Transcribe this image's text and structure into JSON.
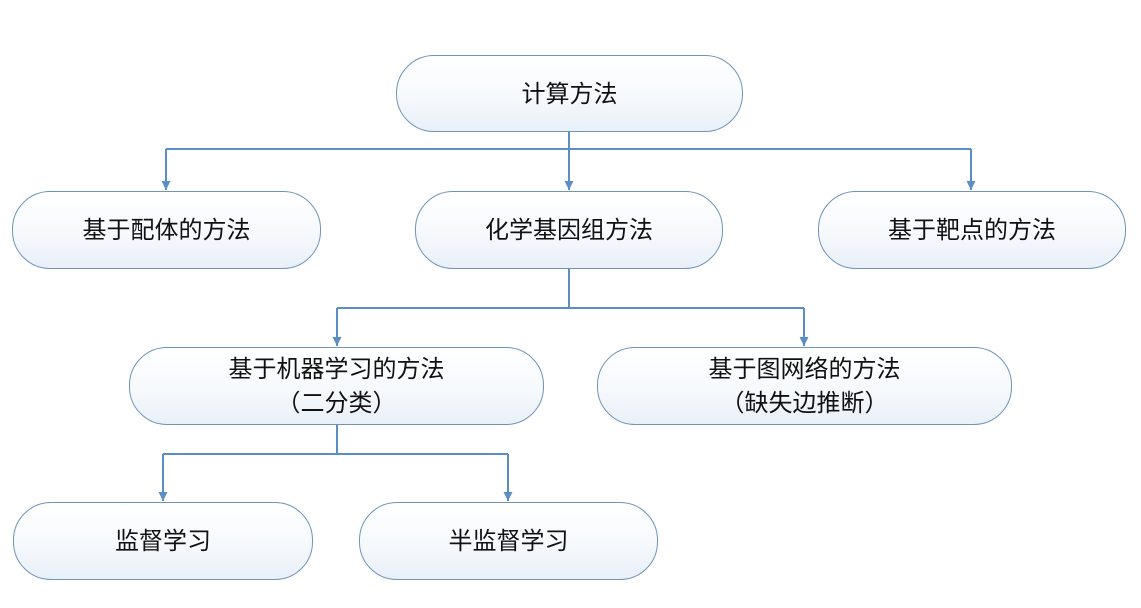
{
  "diagram": {
    "root": {
      "label": "计算方法"
    },
    "level1": {
      "ligand": "基于配体的方法",
      "chemogenomics": "化学基因组方法",
      "target": "基于靶点的方法"
    },
    "level2": {
      "ml": {
        "line1": "基于机器学习的方法",
        "line2": "（二分类）"
      },
      "graph": {
        "line1": "基于图网络的方法",
        "line2": "（缺失边推断）"
      }
    },
    "level3": {
      "supervised": "监督学习",
      "semi_supervised": "半监督学习"
    },
    "colors": {
      "node_border": "#6f94ba",
      "connector": "#5b8ec4",
      "node_fill_top": "#ffffff",
      "node_fill_bottom": "#e9f0f8"
    }
  }
}
